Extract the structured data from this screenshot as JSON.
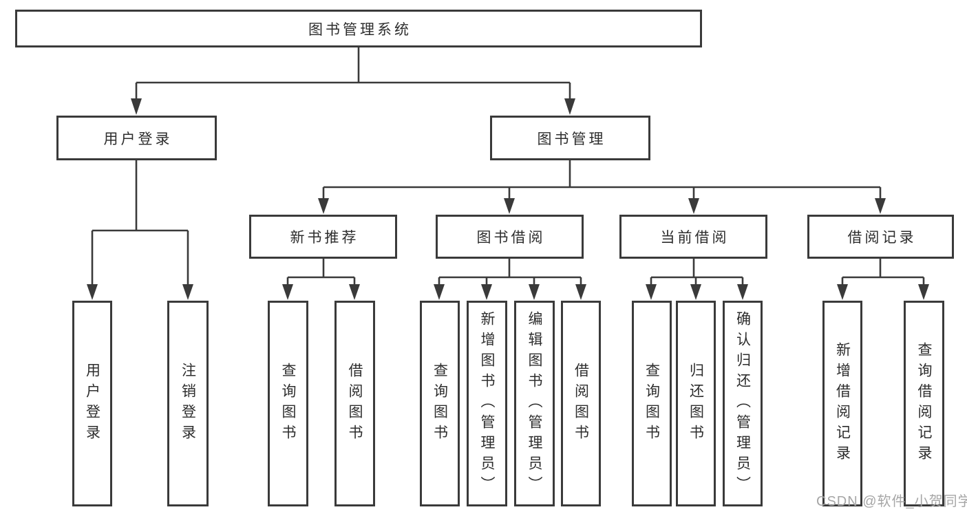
{
  "title": "图书管理系统",
  "tree": {
    "root": "图书管理系统",
    "branches": [
      {
        "label": "用户登录",
        "leaves": [
          "用户登录",
          "注销登录"
        ]
      },
      {
        "label": "图书管理",
        "children": [
          {
            "label": "新书推荐",
            "leaves": [
              "查询图书",
              "借阅图书"
            ]
          },
          {
            "label": "图书借阅",
            "leaves": [
              "查询图书",
              "新增图书（管理员）",
              "编辑图书（管理员）",
              "借阅图书"
            ]
          },
          {
            "label": "当前借阅",
            "leaves": [
              "查询图书",
              "归还图书",
              "确认归还（管理员）"
            ]
          },
          {
            "label": "借阅记录",
            "leaves": [
              "新增借阅记录",
              "查询借阅记录"
            ]
          }
        ]
      }
    ]
  },
  "watermark": "CSDN @软件_小贺同学",
  "colors": {
    "line": "#3a3a3a",
    "text": "#2d2d2d",
    "watermark": "#a6a6a6",
    "background": "#ffffff"
  }
}
